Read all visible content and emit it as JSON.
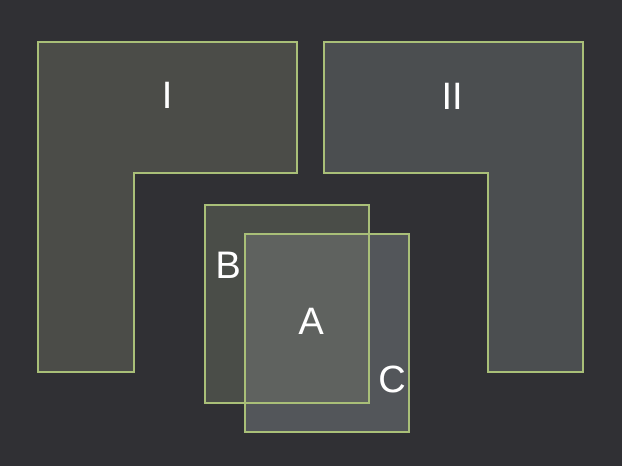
{
  "colors": {
    "background": "#303034",
    "outline": "#a9bf78",
    "shape_I_fill": "#4b4c48",
    "shape_II_fill": "#4b4e50",
    "rect_B_fill": "#4a4d48",
    "rect_C_fill": "#53565a",
    "overlap_A_fill": "#5f625f",
    "label_color": "#ffffff"
  },
  "labels": {
    "shape_I": "I",
    "shape_II": "II",
    "rect_A": "A",
    "rect_B": "B",
    "rect_C": "C"
  }
}
